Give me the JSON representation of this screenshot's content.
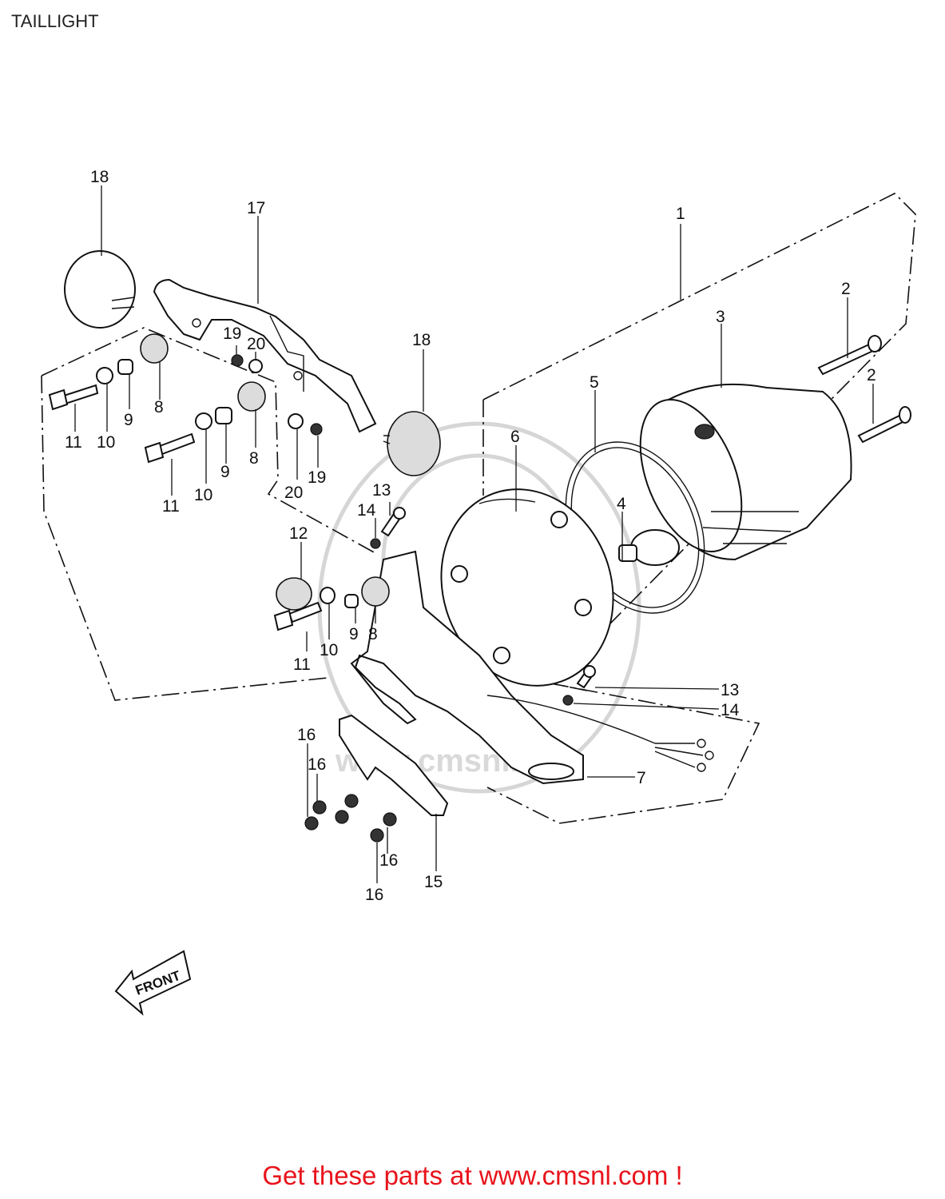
{
  "title": "TAILLIGHT",
  "footer": "Get these parts at www.cmsnl.com !",
  "front_arrow": "FRONT",
  "watermark": "www.cmsnl.com",
  "colors": {
    "footer_text": "#e8141c",
    "line_art": "#111111"
  },
  "callouts": [
    "1",
    "2",
    "2",
    "3",
    "4",
    "5",
    "6",
    "7",
    "8",
    "8",
    "8",
    "9",
    "9",
    "9",
    "10",
    "10",
    "10",
    "11",
    "11",
    "11",
    "12",
    "13",
    "13",
    "14",
    "14",
    "15",
    "16",
    "16",
    "16",
    "16",
    "17",
    "18",
    "18",
    "19",
    "19",
    "20",
    "20"
  ]
}
